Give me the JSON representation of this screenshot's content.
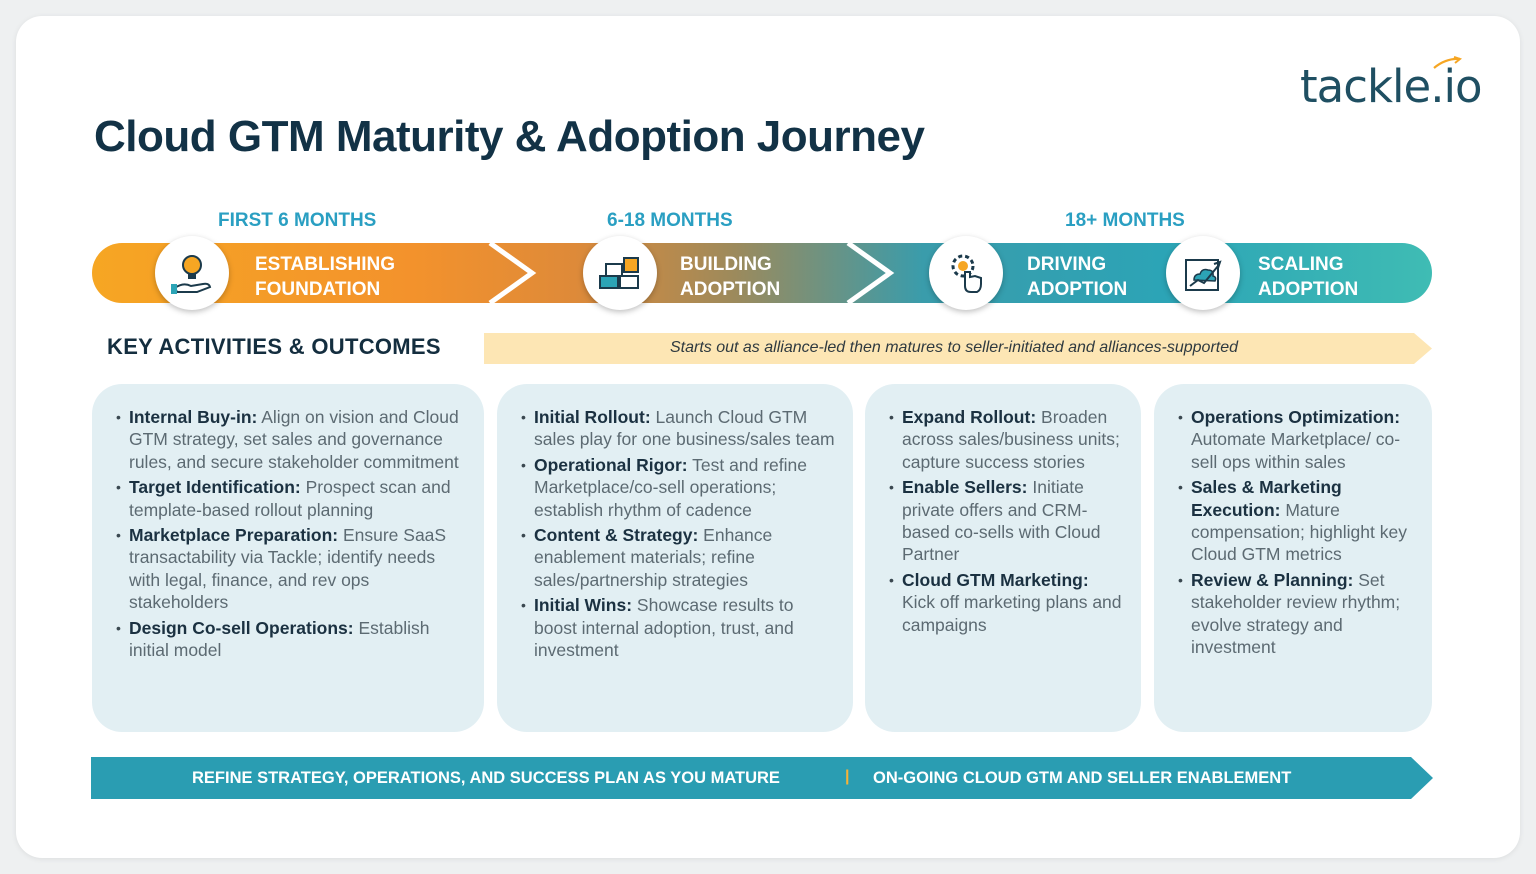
{
  "brand": {
    "logo_text": "tackle.io",
    "accent_color": "#f6a623"
  },
  "title": "Cloud GTM Maturity & Adoption Journey",
  "phases": [
    {
      "label": "FIRST 6 MONTHS"
    },
    {
      "label": "6-18 MONTHS"
    },
    {
      "label": "18+ MONTHS"
    }
  ],
  "stages": [
    {
      "line1": "ESTABLISHING",
      "line2": "FOUNDATION",
      "icon": "lightbulb-hand-icon"
    },
    {
      "line1": "BUILDING",
      "line2": "ADOPTION",
      "icon": "building-blocks-icon"
    },
    {
      "line1": "DRIVING",
      "line2": "ADOPTION",
      "icon": "gear-hand-icon"
    },
    {
      "line1": "SCALING",
      "line2": "ADOPTION",
      "icon": "cloud-chart-icon"
    }
  ],
  "key_activities_heading": "KEY ACTIVITIES & OUTCOMES",
  "banner_text": "Starts out as alliance-led then matures to seller-initiated and alliances-supported",
  "panels": [
    {
      "items": [
        {
          "term": "Internal Buy-in:",
          "text": " Align on vision and Cloud GTM strategy, set sales and governance rules, and secure stakeholder commitment"
        },
        {
          "term": "Target Identification:",
          "text": " Prospect scan and template-based rollout planning"
        },
        {
          "term": "Marketplace Preparation:",
          "text": " Ensure SaaS transactability via Tackle; identify needs with legal, finance, and rev ops stakeholders"
        },
        {
          "term": "Design Co-sell Operations:",
          "text": " Establish initial model"
        }
      ]
    },
    {
      "items": [
        {
          "term": "Initial Rollout:",
          "text": " Launch Cloud GTM sales play for one business/sales team"
        },
        {
          "term": "Operational Rigor:",
          "text": " Test and refine Marketplace/co-sell operations; establish rhythm of cadence"
        },
        {
          "term": "Content & Strategy:",
          "text": " Enhance enablement materials; refine sales/partnership strategies"
        },
        {
          "term": "Initial Wins:",
          "text": " Showcase results to boost internal adoption, trust, and investment"
        }
      ]
    },
    {
      "items": [
        {
          "term": "Expand Rollout:",
          "text": " Broaden across sales/business units; capture success stories"
        },
        {
          "term": "Enable Sellers:",
          "text": " Initiate private offers and CRM-based co-sells with Cloud Partner"
        },
        {
          "term": "Cloud GTM Marketing:",
          "text": " Kick off marketing plans and campaigns"
        }
      ]
    },
    {
      "items": [
        {
          "term": "Operations Optimization:",
          "text": " Automate Marketplace/ co-sell ops within sales"
        },
        {
          "term": "Sales & Marketing Execution:",
          "text": " Mature compensation; highlight key Cloud GTM metrics"
        },
        {
          "term": "Review & Planning:",
          "text": " Set stakeholder review rhythm; evolve strategy and investment"
        }
      ]
    }
  ],
  "footer": {
    "left": "REFINE STRATEGY, OPERATIONS, AND SUCCESS PLAN AS YOU MATURE",
    "separator": "|",
    "right": "ON-GOING CLOUD GTM AND SELLER ENABLEMENT"
  }
}
